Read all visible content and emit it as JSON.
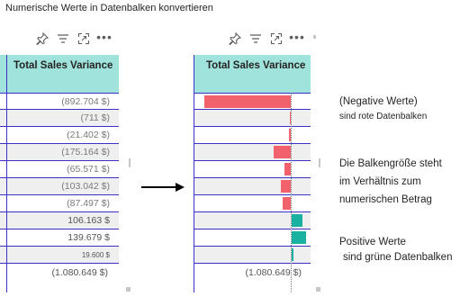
{
  "title": "Numerische Werte in Datenbalken konvertieren",
  "toolbar_icons": [
    "pin-icon",
    "filter-icon",
    "focus-mode-icon",
    "more-options-icon"
  ],
  "more_label": "•••",
  "column_header": "Total Sales Variance",
  "rows": [
    {
      "value": "(892.704 $)",
      "number": -892704
    },
    {
      "value": "(711 $)",
      "number": -711
    },
    {
      "value": "(21.402 $)",
      "number": -21402
    },
    {
      "value": "(175.164 $)",
      "number": -175164
    },
    {
      "value": "(65.571 $)",
      "number": -65571
    },
    {
      "value": "(103.042 $)",
      "number": -103042
    },
    {
      "value": "(87.497 $)",
      "number": -87497
    },
    {
      "value": "106.163 $",
      "number": 106163
    },
    {
      "value": "139.679 $",
      "number": 139679
    },
    {
      "value": "19.600 $",
      "number": 19600
    }
  ],
  "total": "(1.080.649 $)",
  "colors": {
    "header": "#9fe3dc",
    "negative_bar": "#f2626c",
    "positive_bar": "#1bb1a1",
    "row_border": "#3b31c8"
  },
  "annotations": {
    "negative_line1": "(Negative Werte)",
    "negative_line2": "sind rote Datenbalken",
    "size_line1": "Die Balkengröße steht",
    "size_line2": "im Verhältnis  zum",
    "size_line3": "numerischen Betrag",
    "positive_line1": "Positive Werte",
    "positive_line2": "sind grüne Datenbalken"
  }
}
